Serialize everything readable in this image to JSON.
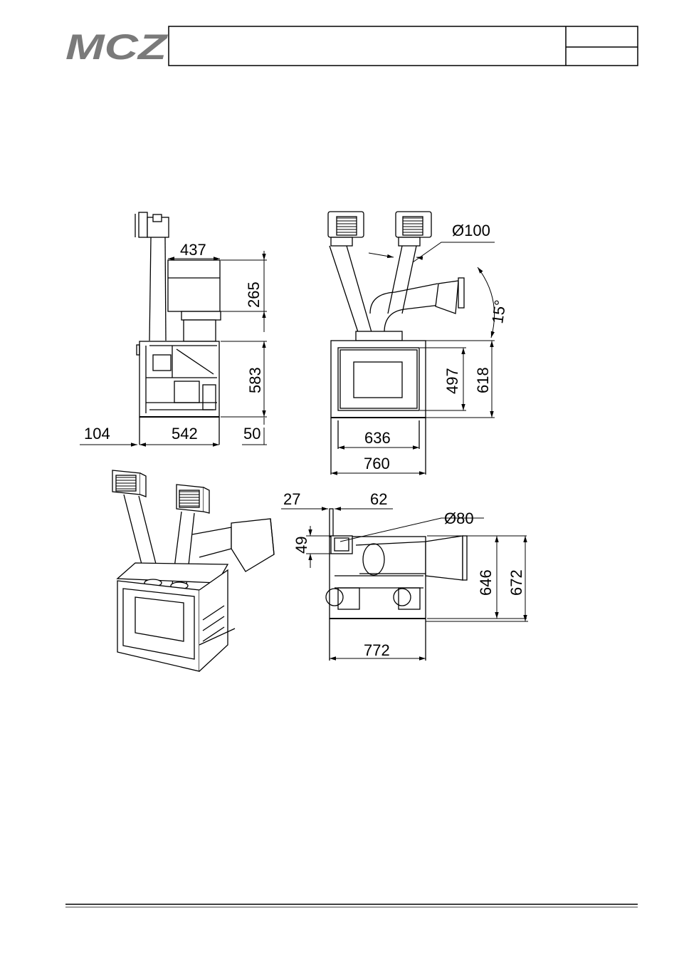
{
  "header": {
    "logo_text": "MCZ",
    "title_text": "",
    "code_text": "",
    "rev_text": ""
  },
  "diagram": {
    "side_view": {
      "dims": {
        "top_box_width": "437",
        "top_box_height": "265",
        "body_height": "583",
        "foot_height": "50",
        "offset_left": "104",
        "body_width": "542"
      }
    },
    "front_view": {
      "dims": {
        "duct_diameter": "Ø100",
        "angle": "15°",
        "glass_height": "497",
        "body_height": "618",
        "glass_width": "636",
        "body_width": "760"
      }
    },
    "top_view": {
      "dims": {
        "left_offset": "27",
        "right_offset": "62",
        "duct_diameter": "Ø80",
        "outlet_height": "49",
        "depth_inner": "646",
        "depth_total": "672",
        "width": "772"
      }
    }
  },
  "footer": {
    "text": ""
  }
}
